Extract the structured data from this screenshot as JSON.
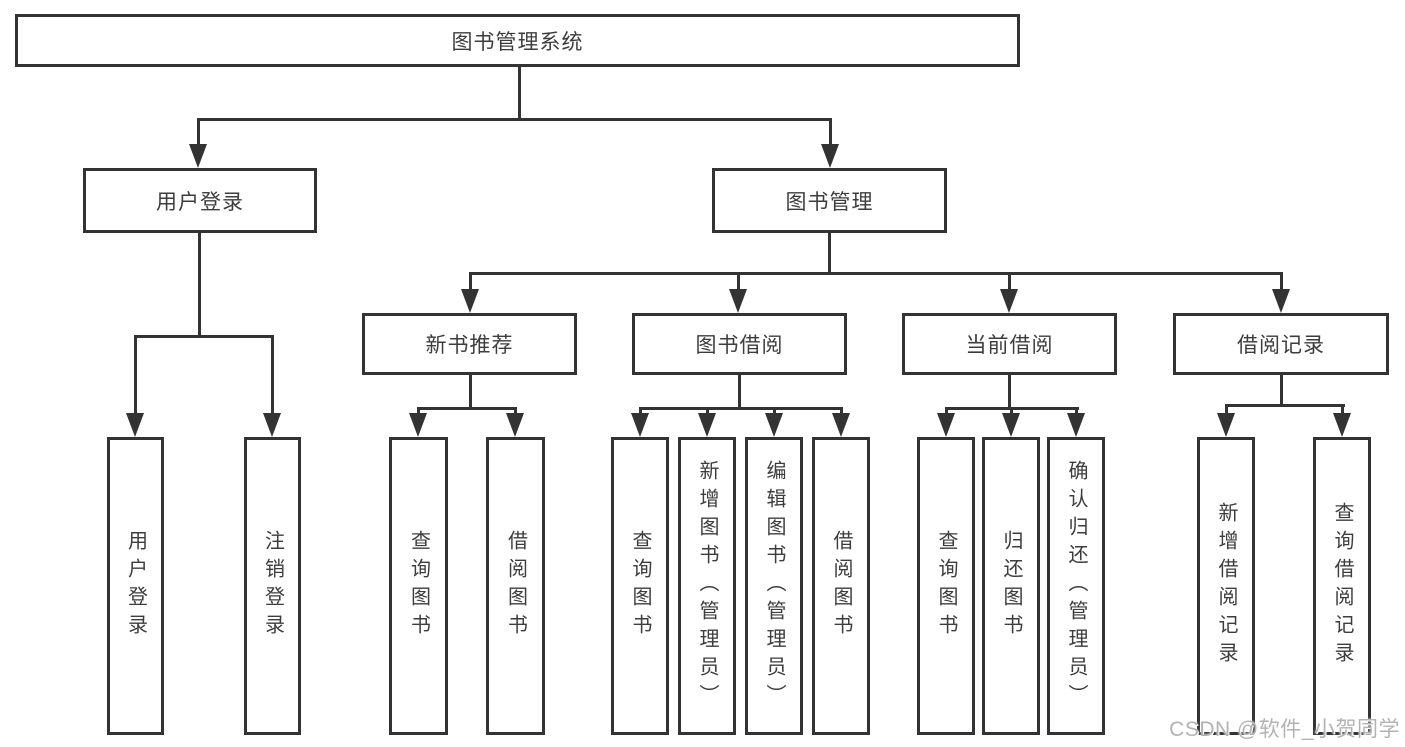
{
  "diagram": {
    "nodes": {
      "root": "图书管理系统",
      "user_login": "用户登录",
      "book_mgmt": "图书管理",
      "new_book": "新书推荐",
      "book_borrow": "图书借阅",
      "current_borrow": "当前借阅",
      "borrow_record": "借阅记录",
      "leaf_user_login": "用户登录",
      "leaf_logout": "注销登录",
      "leaf_nb_query": "查询图书",
      "leaf_nb_borrow": "借阅图书",
      "leaf_bb_query": "查询图书",
      "leaf_bb_add": "新增图书（管理员）",
      "leaf_bb_edit": "编辑图书（管理员）",
      "leaf_bb_borrow": "借阅图书",
      "leaf_cb_query": "查询图书",
      "leaf_cb_return": "归还图书",
      "leaf_cb_confirm": "确认归还（管理员）",
      "leaf_br_add": "新增借阅记录",
      "leaf_br_query": "查询借阅记录"
    },
    "watermark": "CSDN @软件_小贺同学",
    "colors": {
      "line": "#333333",
      "text": "#3d3d3d",
      "watermark": "#b3b3b3",
      "background": "#ffffff"
    }
  }
}
